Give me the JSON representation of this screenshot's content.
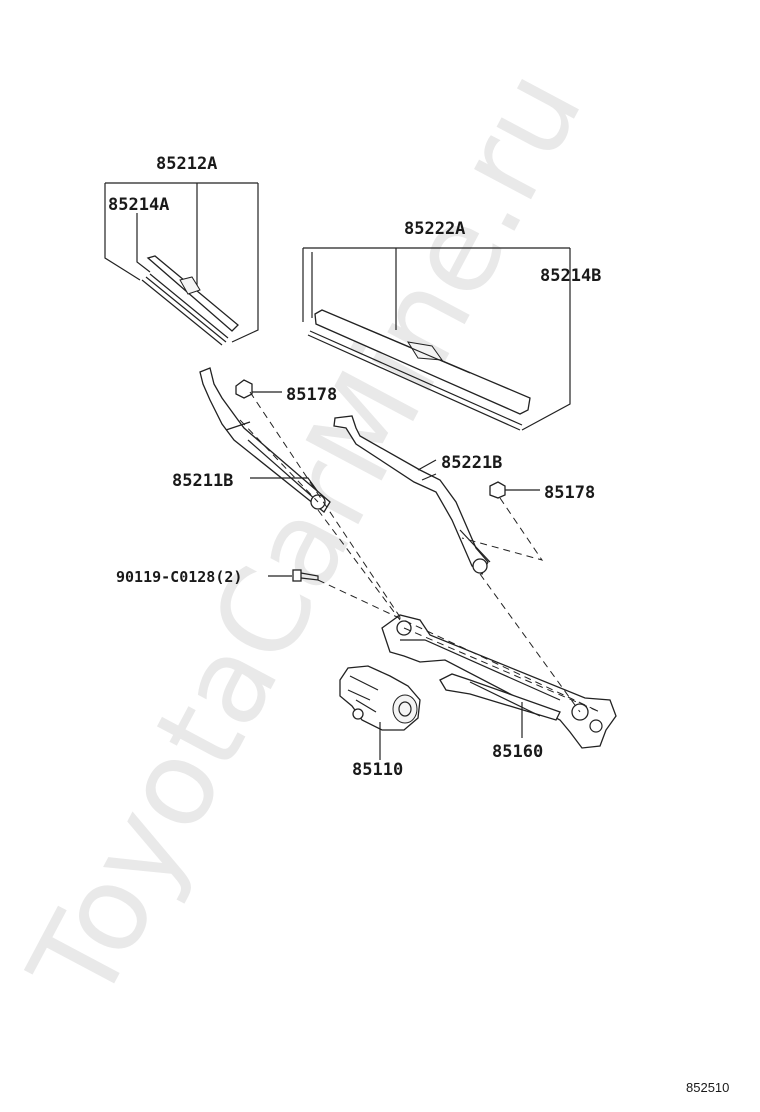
{
  "watermark": "ToyotaCarMine.ru",
  "diagram_code": "852510",
  "part_labels": {
    "p85212A": "85212A",
    "p85214A": "85214A",
    "p85222A": "85222A",
    "p85214B": "85214B",
    "p85178_left": "85178",
    "p85211B": "85211B",
    "p85221B": "85221B",
    "p85178_right": "85178",
    "p90119": "90119-C0128(2)",
    "p85110": "85110",
    "p85160": "85160"
  }
}
